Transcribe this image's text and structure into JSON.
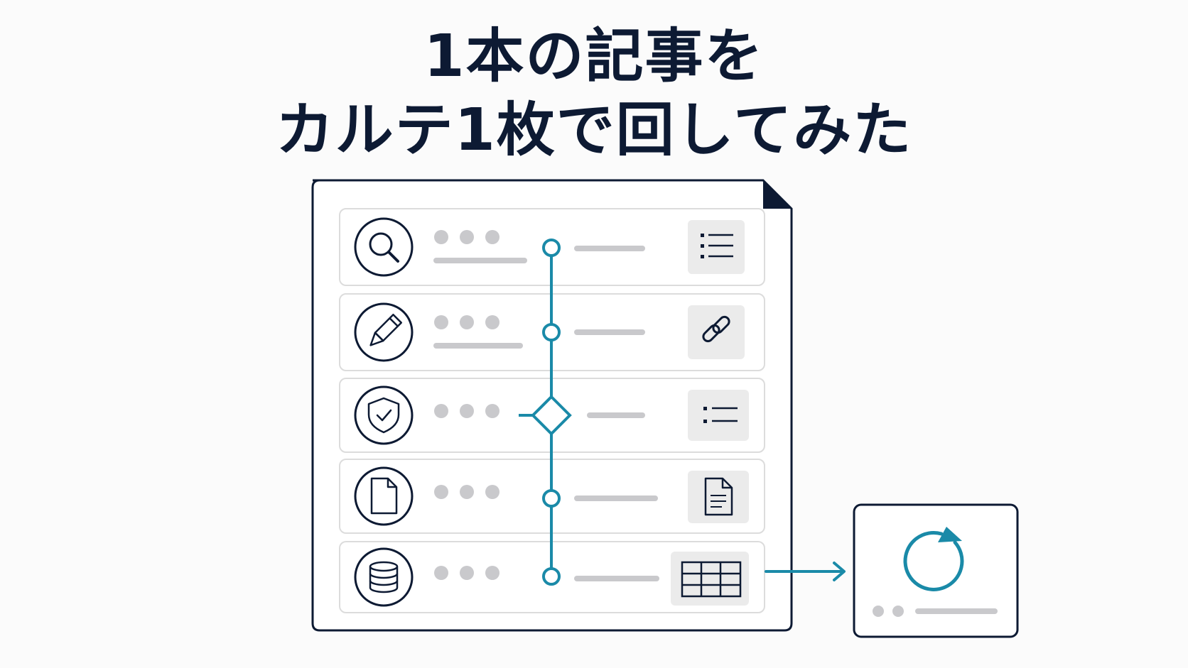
{
  "title": {
    "line1": "1本の記事を",
    "line2": "カルテ1枚で回してみた"
  },
  "colors": {
    "ink": "#0d1a33",
    "accent": "#1a8aa8",
    "placeholder": "#c9c9cc",
    "row_border": "#dcdcdc",
    "tile_bg": "#ebebeb",
    "background": "#fbfbfb"
  },
  "karte": {
    "rows": [
      {
        "icon": "search-icon",
        "timeline_node": "circle",
        "right_icon": "list-icon",
        "has_subline": true
      },
      {
        "icon": "pencil-icon",
        "timeline_node": "circle",
        "right_icon": "link-icon",
        "has_subline": true
      },
      {
        "icon": "shield-check-icon",
        "timeline_node": "diamond",
        "right_icon": "checklist-icon",
        "has_subline": false
      },
      {
        "icon": "document-icon",
        "timeline_node": "circle",
        "right_icon": "text-document-icon",
        "has_subline": false
      },
      {
        "icon": "database-icon",
        "timeline_node": "circle",
        "right_icon": "table-icon",
        "has_subline": false
      }
    ]
  },
  "output_card": {
    "icon": "refresh-icon"
  }
}
